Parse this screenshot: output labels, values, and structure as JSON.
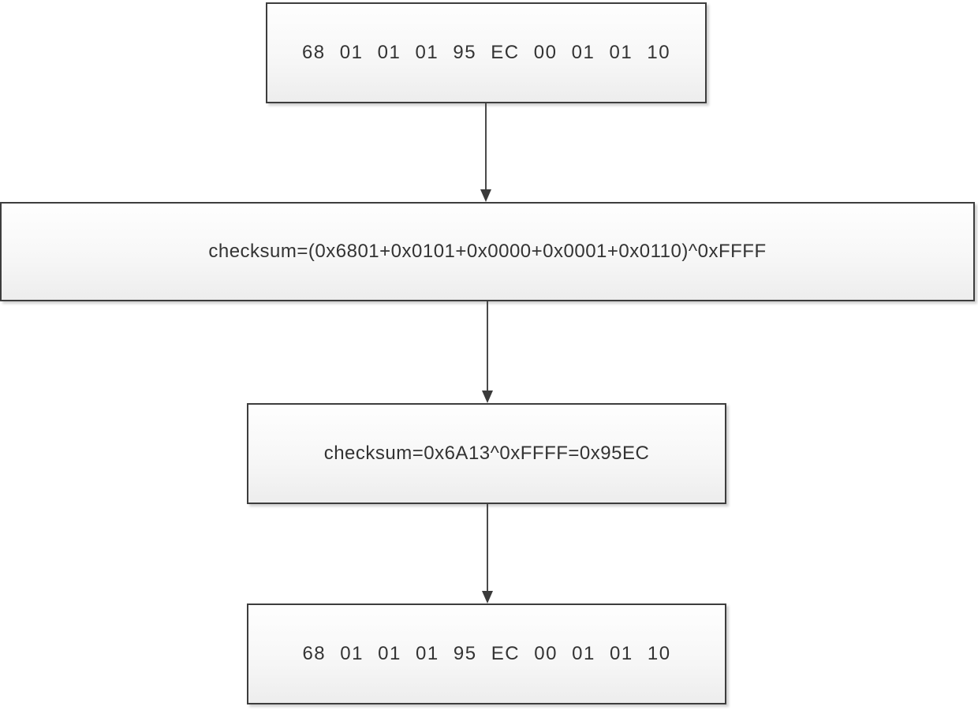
{
  "diagram": {
    "nodes": [
      {
        "name": "frame-bytes-input",
        "text": "68 01 01 01 95 EC 00 01 01 10"
      },
      {
        "name": "checksum-formula",
        "text": "checksum=(0x6801+0x0101+0x0000+0x0001+0x0110)^0xFFFF"
      },
      {
        "name": "checksum-result",
        "text": "checksum=0x6A13^0xFFFF=0x95EC"
      },
      {
        "name": "frame-bytes-output",
        "text": "68 01 01 01 95 EC 00 01 01 10"
      }
    ],
    "colors": {
      "background": "#ffffff",
      "node_border": "#3d3d3d",
      "node_fill_top": "#fefefe",
      "node_fill_bottom": "#ededed",
      "arrow_line": "#4a4a4a",
      "arrow_head": "#3a3a3a",
      "text": "#333333"
    }
  }
}
